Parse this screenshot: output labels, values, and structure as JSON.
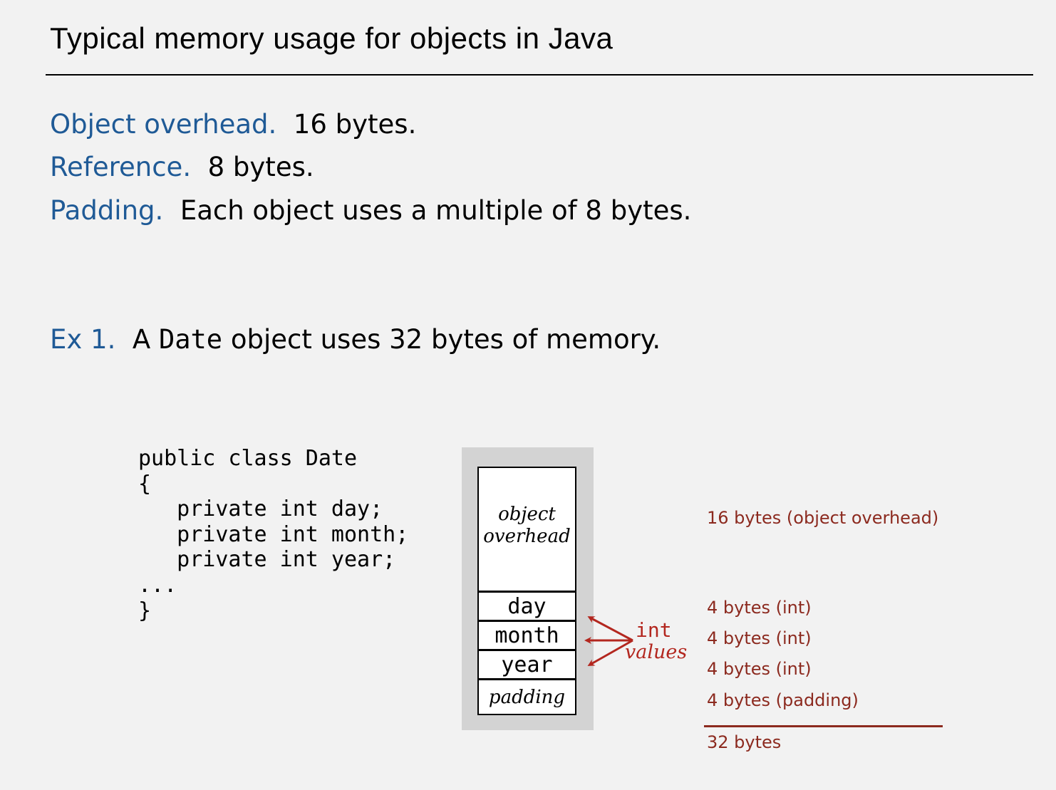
{
  "title": "Typical memory usage for objects in Java",
  "facts": [
    {
      "term": "Object overhead.",
      "text": "16 bytes."
    },
    {
      "term": "Reference.",
      "text": "8 bytes."
    },
    {
      "term": "Padding.",
      "text": "Each object uses a multiple of 8 bytes."
    }
  ],
  "example": {
    "term": "Ex 1.",
    "pre": "A",
    "code_word": "Date",
    "post": "object uses 32 bytes of memory."
  },
  "code_lines": [
    "public class Date",
    "{",
    "   private int day;",
    "   private int month;",
    "   private int year;",
    "...",
    "}"
  ],
  "memory": {
    "overhead_line1": "object",
    "overhead_line2": "overhead",
    "fields": [
      "day",
      "month",
      "year"
    ],
    "padding": "padding"
  },
  "annotation": {
    "line1": "int",
    "line2": "values",
    "color": "#b3271f"
  },
  "byte_labels": {
    "overhead": "16 bytes (object overhead)",
    "day": "4 bytes (int)",
    "month": "4 bytes (int)",
    "year": "4 bytes (int)",
    "padding": "4 bytes (padding)",
    "total": "32 bytes"
  },
  "colors": {
    "term": "#1f5a96",
    "bytes": "#8c2a1f",
    "background": "#f2f2f2"
  }
}
